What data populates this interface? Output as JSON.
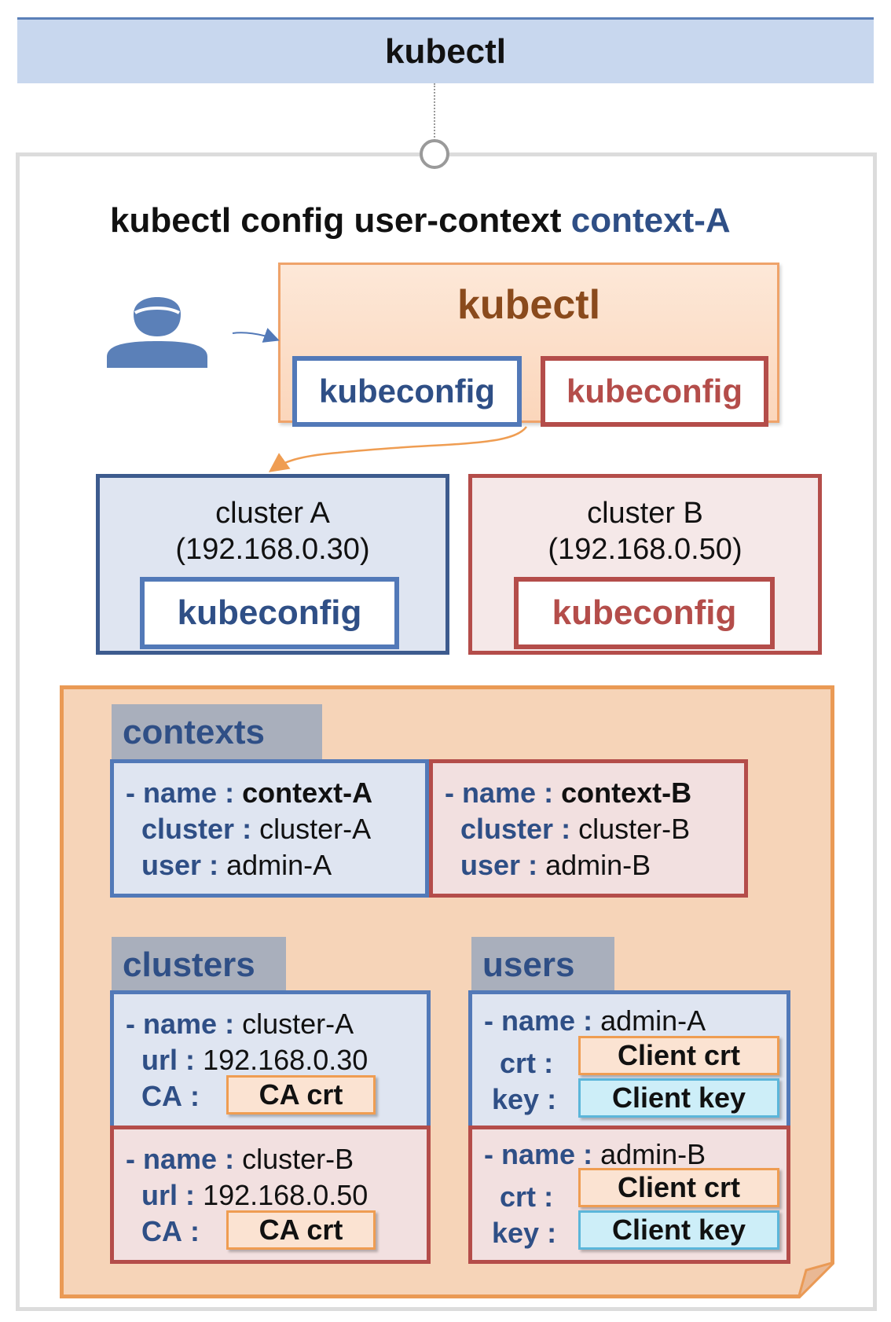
{
  "header": {
    "title": "kubectl"
  },
  "command": {
    "prefix": "kubectl config user-context",
    "context": "context-A"
  },
  "kubectl_panel": {
    "title": "kubectl",
    "kubeconfig_a": "kubeconfig",
    "kubeconfig_b": "kubeconfig"
  },
  "clusters_view": {
    "a": {
      "name": "cluster A",
      "ip": "(192.168.0.30)",
      "kubeconfig": "kubeconfig"
    },
    "b": {
      "name": "cluster B",
      "ip": "(192.168.0.50)",
      "kubeconfig": "kubeconfig"
    }
  },
  "config": {
    "contexts_label": "contexts",
    "clusters_label": "clusters",
    "users_label": "users",
    "keys": {
      "name": "- name",
      "cluster": "cluster",
      "user": "user",
      "url": "url",
      "ca": "CA",
      "crt": "crt",
      "key": "key",
      "sep": ":"
    },
    "contexts": [
      {
        "name": "context-A",
        "cluster": "cluster-A",
        "user": "admin-A"
      },
      {
        "name": "context-B",
        "cluster": "cluster-B",
        "user": "admin-B"
      }
    ],
    "clusters": [
      {
        "name": "cluster-A",
        "url": "192.168.0.30",
        "ca": "CA crt"
      },
      {
        "name": "cluster-B",
        "url": "192.168.0.50",
        "ca": "CA crt"
      }
    ],
    "users": [
      {
        "name": "admin-A",
        "crt": "Client crt",
        "key": "Client key"
      },
      {
        "name": "admin-B",
        "crt": "Client crt",
        "key": "Client key"
      }
    ]
  },
  "colors": {
    "blue_accent": "#2f4f86",
    "red_accent": "#b44d4a",
    "orange_accent": "#ea9a55",
    "header_fill": "#c8d7ee"
  }
}
